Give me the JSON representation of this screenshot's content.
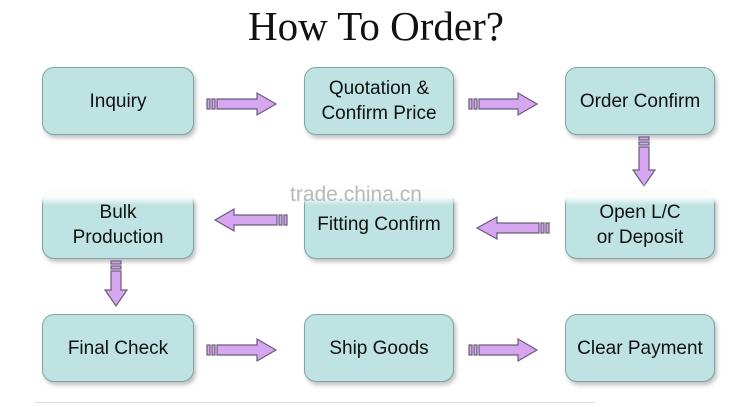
{
  "title": "How To Order?",
  "steps": {
    "inquiry": "Inquiry",
    "quotation": "Quotation &\nConfirm Price",
    "order_confirm": "Order Confirm",
    "open_lc": "Open L/C\nor Deposit",
    "fitting_confirm": "Fitting Confirm",
    "bulk_production": "Bulk\nProduction",
    "final_check": "Final Check",
    "ship_goods": "Ship Goods",
    "clear_payment": "Clear Payment"
  },
  "watermark": "trade.china.cn",
  "colors": {
    "box_fill": "#bfe3e3",
    "box_border": "#7aa6a8",
    "arrow_fill": "#d6a6f0",
    "arrow_stroke": "#6a5a7a"
  }
}
